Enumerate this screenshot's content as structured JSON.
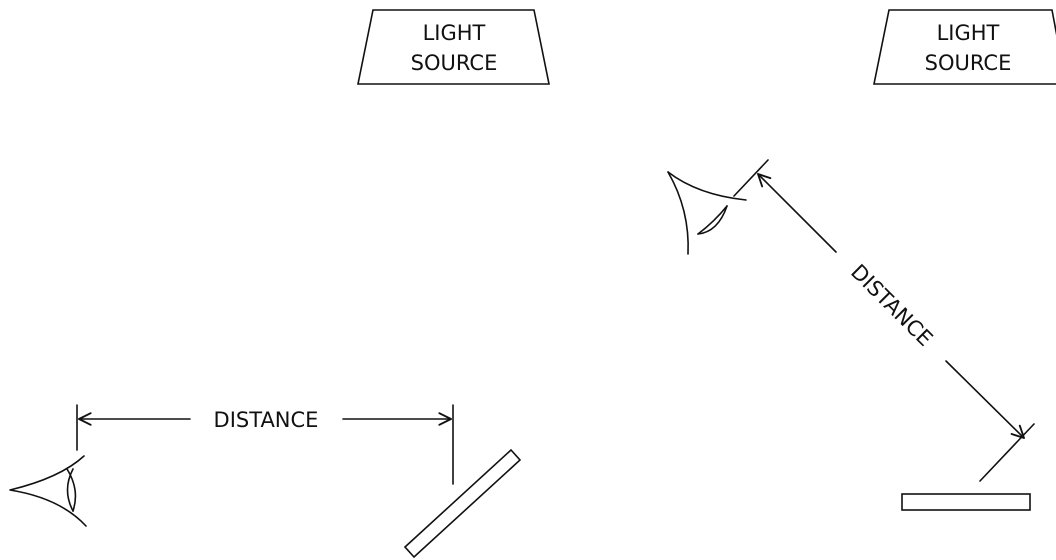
{
  "left_setup": {
    "light_source_line1": "LIGHT",
    "light_source_line2": "SOURCE",
    "distance_label": "DISTANCE"
  },
  "right_setup": {
    "light_source_line1": "LIGHT",
    "light_source_line2": "SOURCE",
    "distance_label": "DISTANCE"
  }
}
